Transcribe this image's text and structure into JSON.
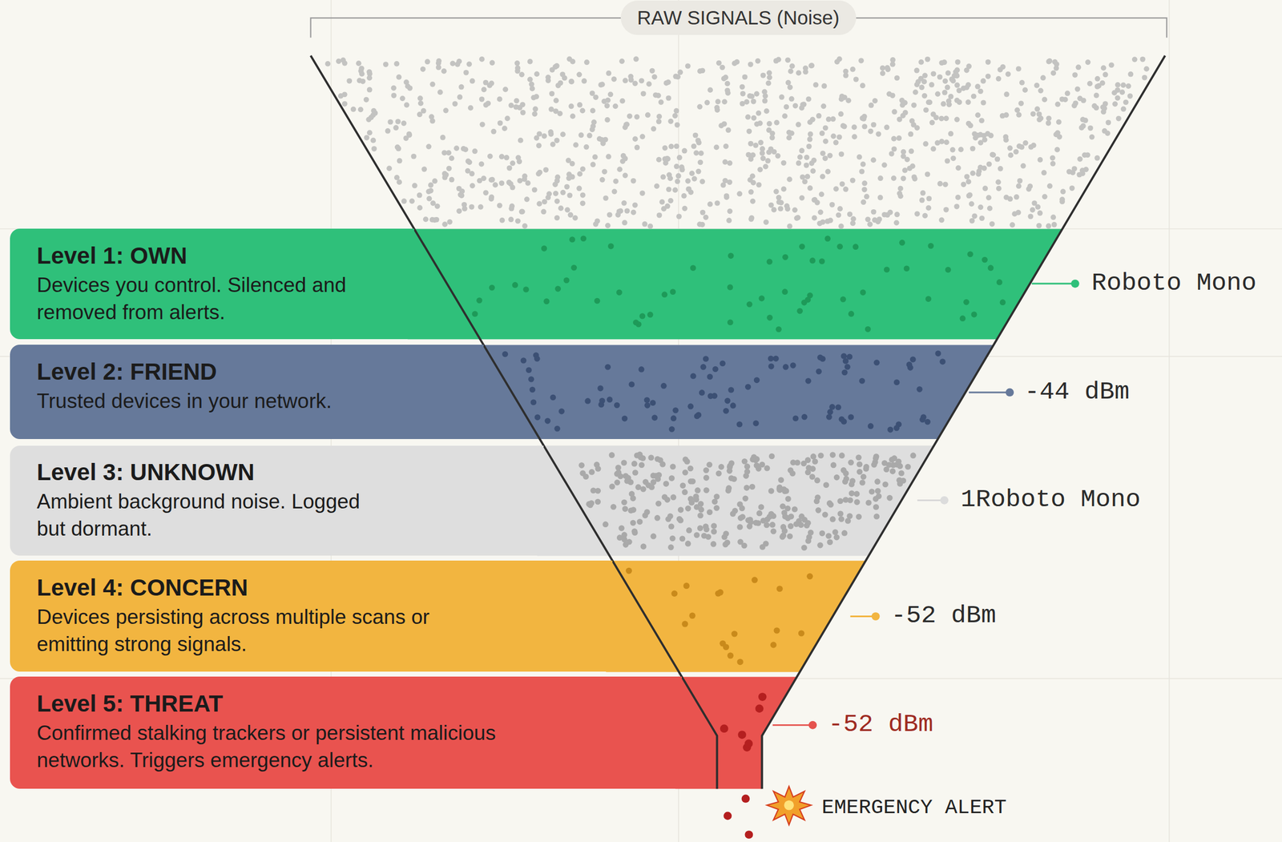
{
  "diagram": {
    "nodes": [
      {
        "text": [
          "Level 1: OWN",
          "Devices you control. Silenced and removed from alerts."
        ]
      },
      {
        "text": [
          "Level 2: FRIEND",
          "Trusted devices in your network."
        ]
      },
      {
        "text": [
          "Level 3: UNKNOWN",
          "Ambient background noise. Logged but dormant."
        ]
      },
      {
        "text": [
          "Level 4: CONCERN",
          "Devices persisting across multiple scans or emitting strong signals."
        ]
      },
      {
        "text": [
          "Level 5: THREAT",
          "Confirmed stalking trackers or persistent malicious networks. Triggers emergency alerts."
        ]
      }
    ],
    "labels": [
      "RAW SIGNALS (Noise)",
      "Roboto Mono",
      "-44 dBm",
      "1Roboto Mono",
      "-52 dBm",
      "-52 dBm",
      "EMERGENCY ALERT"
    ]
  }
}
